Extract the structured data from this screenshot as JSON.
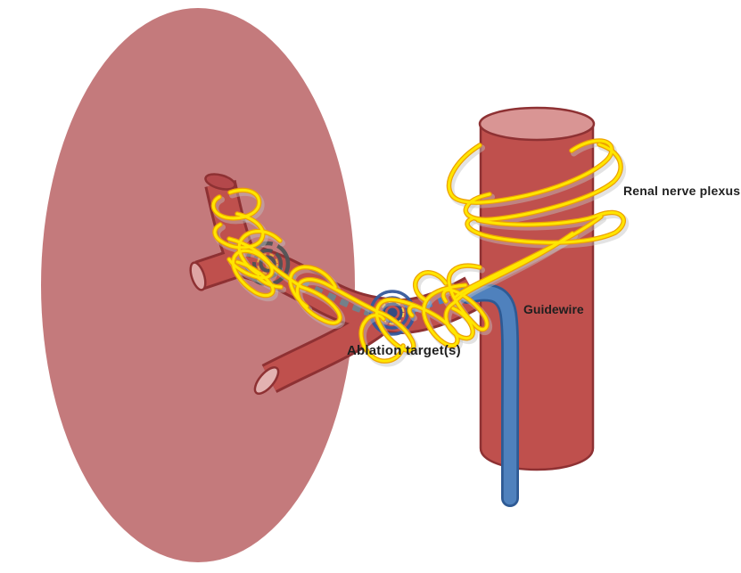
{
  "diagram": {
    "kind": "renal-denervation-anatomy",
    "background": "#ffffff",
    "labels": {
      "renal_nerve_plexus": "Renal nerve plexus",
      "guidewire": "Guidewire",
      "ablation_targets": "Ablation target(s)"
    },
    "depicted_parts": [
      "kidney",
      "renal-artery-with-branches",
      "abdominal-aorta",
      "renal-nerve-plexus-yellow-fibers",
      "guidewire-blue-catheter",
      "ablation-target-marker-proximal-gray",
      "ablation-target-marker-distal-blue",
      "dashed-guidewire-path-inside-artery"
    ],
    "marker_counts": {
      "ablation_targets": 2
    },
    "colors": {
      "kidney": "#c47a7c",
      "vessel_fill": "#bf504d",
      "vessel_outline": "#8e3133",
      "aorta_top_opening": "#d99594",
      "vessel_opening_light": "#e3b2b1",
      "nerve_yellow": "#ffe600",
      "nerve_orange": "#eda200",
      "guidewire_blue": "#4f81bd",
      "guidewire_outline": "#2e5a94",
      "dash_gray": "#73808a",
      "dash_blue": "#4f81bd",
      "target_gray": "#4e5356",
      "target_blue": "#35599b",
      "target_inner_dash_yellow": "#e8b43a",
      "label_text": "#1f1f1f"
    }
  }
}
